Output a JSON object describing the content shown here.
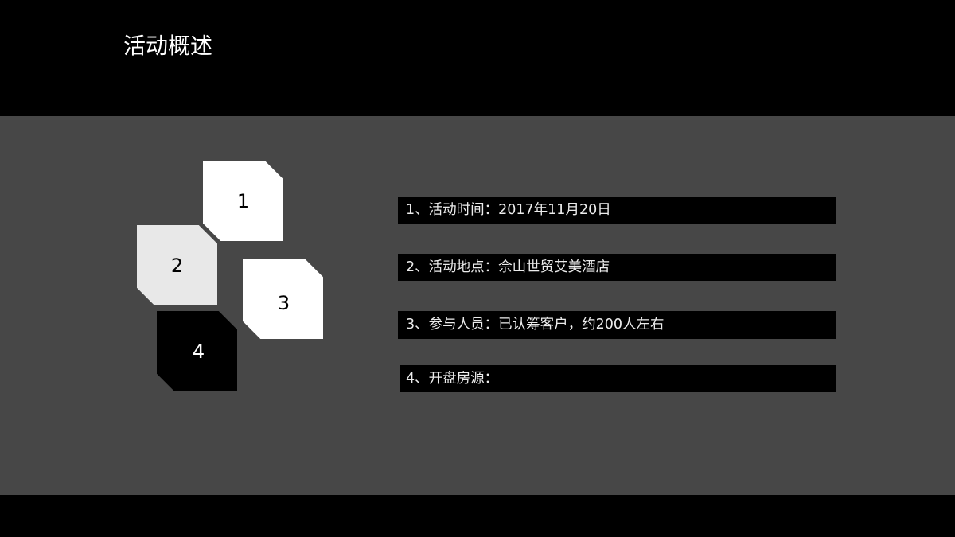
{
  "slide": {
    "title": "活动概述"
  },
  "colors": {
    "background": "#000000",
    "band": "#474747",
    "tile_white": "#ffffff",
    "tile_light_gray": "#e8e8e8",
    "tile_black": "#000000",
    "bar": "#000000",
    "bar_text": "#ececec"
  },
  "tiles": [
    {
      "label": "1"
    },
    {
      "label": "2"
    },
    {
      "label": "3"
    },
    {
      "label": "4"
    }
  ],
  "items": [
    {
      "text": "1、活动时间：2017年11月20日"
    },
    {
      "text": "2、活动地点：佘山世贸艾美酒店"
    },
    {
      "text": "3、参与人员：已认筹客户，约200人左右"
    },
    {
      "text": "4、开盘房源："
    }
  ]
}
